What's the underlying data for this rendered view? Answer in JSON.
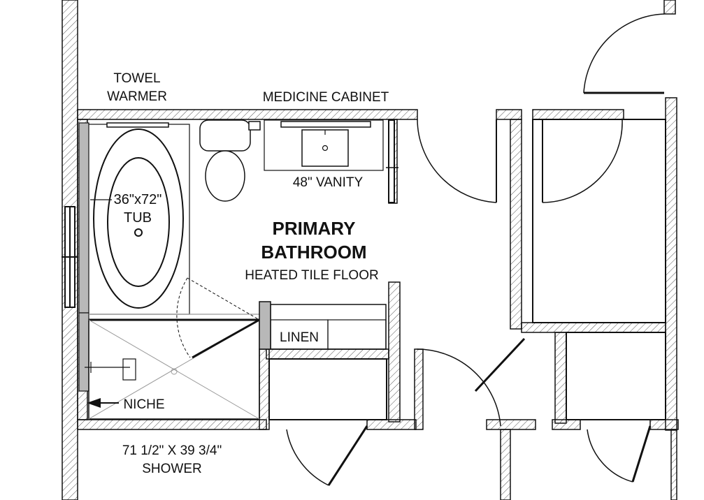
{
  "labels": {
    "towel_line1": "TOWEL",
    "towel_line2": "WARMER",
    "medicine_cabinet": "MEDICINE CABINET",
    "vanity": "48\" VANITY",
    "tub_size": "36\"x72\"",
    "tub": "TUB",
    "room_line1": "PRIMARY",
    "room_line2": "BATHROOM",
    "floor_note": "HEATED TILE FLOOR",
    "linen": "LINEN",
    "niche": "NICHE",
    "shower_size": "71 1/2\" X 39 3/4\"",
    "shower": "SHOWER"
  },
  "colors": {
    "line": "#111111",
    "wall_fill": "#ffffff",
    "hatch": "#555555",
    "glass": "#999999",
    "panel": "#b8b8b8"
  }
}
